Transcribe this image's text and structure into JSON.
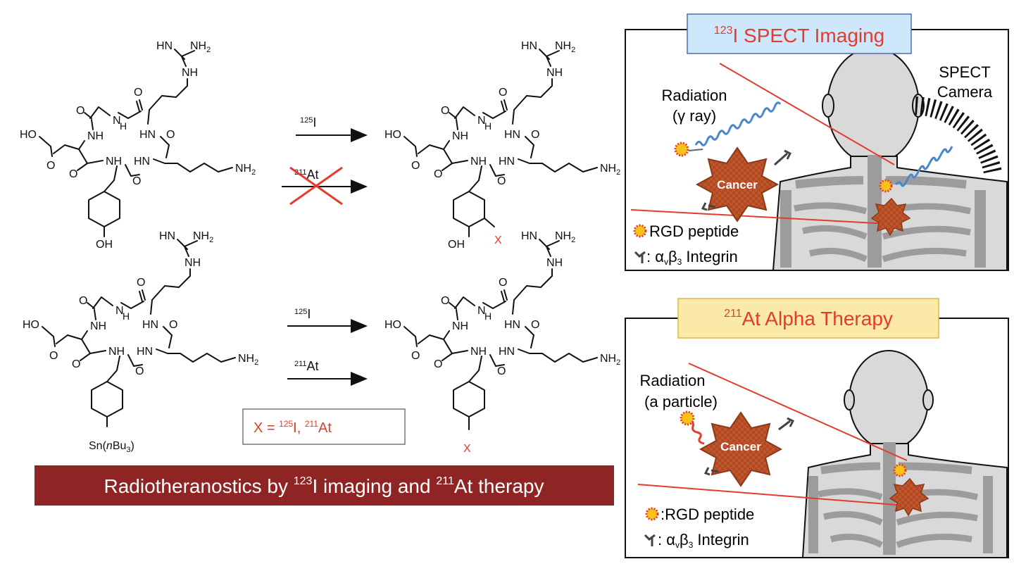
{
  "reaction": {
    "top_arrow_label": {
      "sup": "125",
      "main": "I"
    },
    "blocked_arrow_label": {
      "sup": "211",
      "main": "At"
    },
    "bottom_arrow1_label": {
      "sup": "125",
      "main": "I"
    },
    "bottom_arrow2_label": {
      "sup": "211",
      "main": "At"
    },
    "legend_box": {
      "prefix": "X = ",
      "sup1": "125",
      "main1": "I, ",
      "sup2": "211",
      "main2": "At"
    }
  },
  "molecule_labels": {
    "hn": "HN",
    "nh2": "NH",
    "nh2_sub": "2",
    "nh": "NH",
    "ho": "HO",
    "o": "O",
    "h": "H",
    "n": "N",
    "oh": "OH",
    "x": "X",
    "sn_pre": "Sn(",
    "sn_n": "n",
    "sn_bu": "Bu",
    "sn_3": "3",
    "sn_close": ")"
  },
  "banner": {
    "part1": "Radiotheranostics by ",
    "sup1": "123",
    "part2": "I imaging and ",
    "sup2": "211",
    "part3": "At therapy",
    "bg_color": "#8e2524"
  },
  "spect_panel": {
    "title_sup": "123",
    "title_main": "I SPECT Imaging",
    "radiation_line1": "Radiation",
    "radiation_line2": "(γ ray)",
    "camera_line1": "SPECT",
    "camera_line2": "Camera",
    "cancer_label": "Cancer",
    "legend_rgd": "RGD peptide",
    "legend_integrin_pre": ": α",
    "legend_integrin_v": "v",
    "legend_integrin_b": "β",
    "legend_integrin_3": "3",
    "legend_integrin_post": " Integrin",
    "title_bg": "#cfe7fb"
  },
  "alpha_panel": {
    "title_sup": "211",
    "title_main": "At Alpha Therapy",
    "radiation_line1": "Radiation",
    "radiation_line2": "(a particle)",
    "cancer_label": "Cancer",
    "legend_rgd": ":RGD peptide",
    "legend_integrin_pre": ": α",
    "legend_integrin_v": "v",
    "legend_integrin_b": "β",
    "legend_integrin_3": "3",
    "legend_integrin_post": " Integrin",
    "title_bg": "#fbe9a8"
  },
  "colors": {
    "accent_red": "#e23c2f",
    "cancer_orange": "#c0552b",
    "body_gray": "#d9d9d9",
    "bone_gray": "#9c9c9c",
    "wave_blue": "#4a86c8"
  }
}
